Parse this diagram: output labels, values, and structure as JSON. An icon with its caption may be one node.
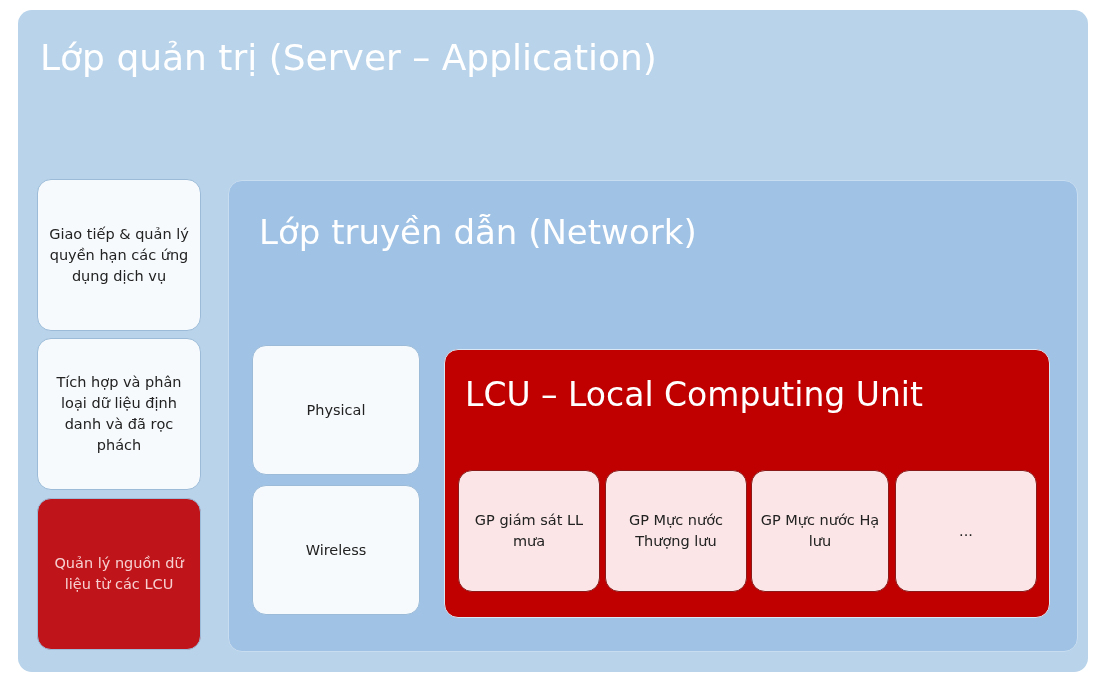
{
  "diagram": {
    "nodes": [
      {
        "text": [
          "Lớp quản trị (Server – Application)"
        ]
      },
      {
        "text": [
          "Giao tiếp & quản lý quyền hạn các ứng dụng dịch vụ"
        ],
        "in": 0
      },
      {
        "text": [
          "Tích hợp và phân loại dữ liệu định danh và đã rọc phách"
        ],
        "in": 0
      },
      {
        "text": [
          "Quản lý nguồn dữ liệu từ các LCU"
        ],
        "in": 0
      },
      {
        "text": [
          "Lớp truyền dẫn (Network)"
        ],
        "in": 0
      },
      {
        "text": [
          "Physical"
        ],
        "in": 4
      },
      {
        "text": [
          "Wireless"
        ],
        "in": 4
      },
      {
        "text": [
          "LCU – Local Computing Unit"
        ],
        "in": 4
      },
      {
        "text": [
          "GP giám sát LL mưa"
        ],
        "in": 7
      },
      {
        "text": [
          "GP Mực nước Thượng lưu"
        ],
        "in": 7
      },
      {
        "text": [
          "GP Mực nước Hạ lưu"
        ],
        "in": 7
      },
      {
        "text": [
          "..."
        ],
        "in": 7
      }
    ]
  }
}
